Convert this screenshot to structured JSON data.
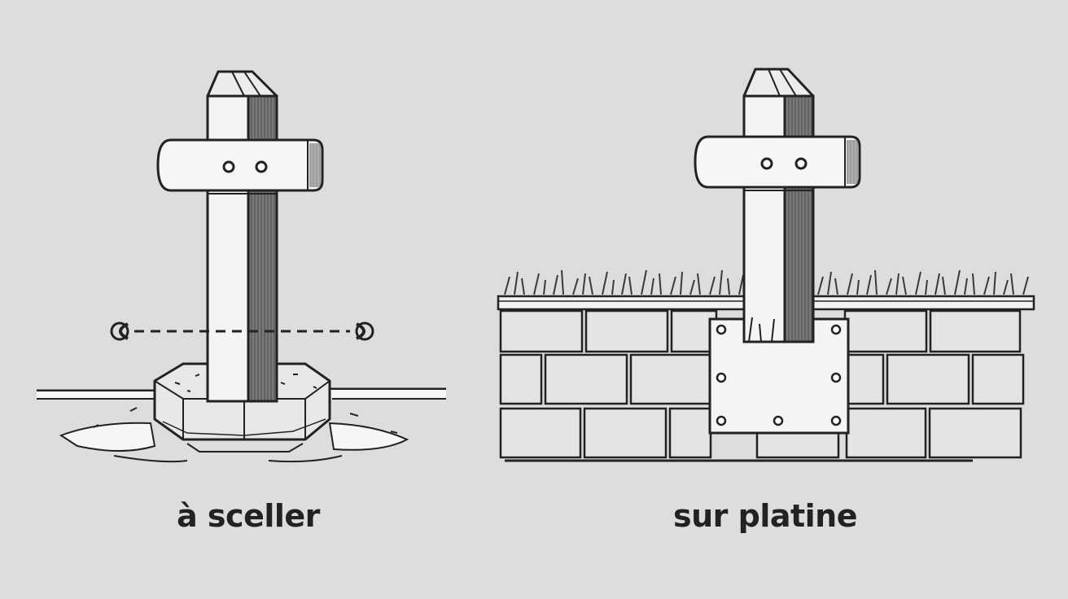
{
  "panels": [
    {
      "id": "left",
      "caption": "à sceller",
      "method": "embedded-in-concrete"
    },
    {
      "id": "right",
      "caption": "sur platine",
      "method": "base-plate-mounted"
    }
  ],
  "colors": {
    "background": "#dddddd",
    "ink": "#222222",
    "post_light": "#f4f4f4",
    "post_shade": "#8a8a8a",
    "concrete": "#e8e8e8",
    "plate": "#f2f2f2",
    "brick": "#e4e4e4",
    "grass": "#3a3a3a"
  },
  "icons": {
    "left_arrow": "double-headed-dashed-arrow",
    "bolts": "screw-head"
  }
}
